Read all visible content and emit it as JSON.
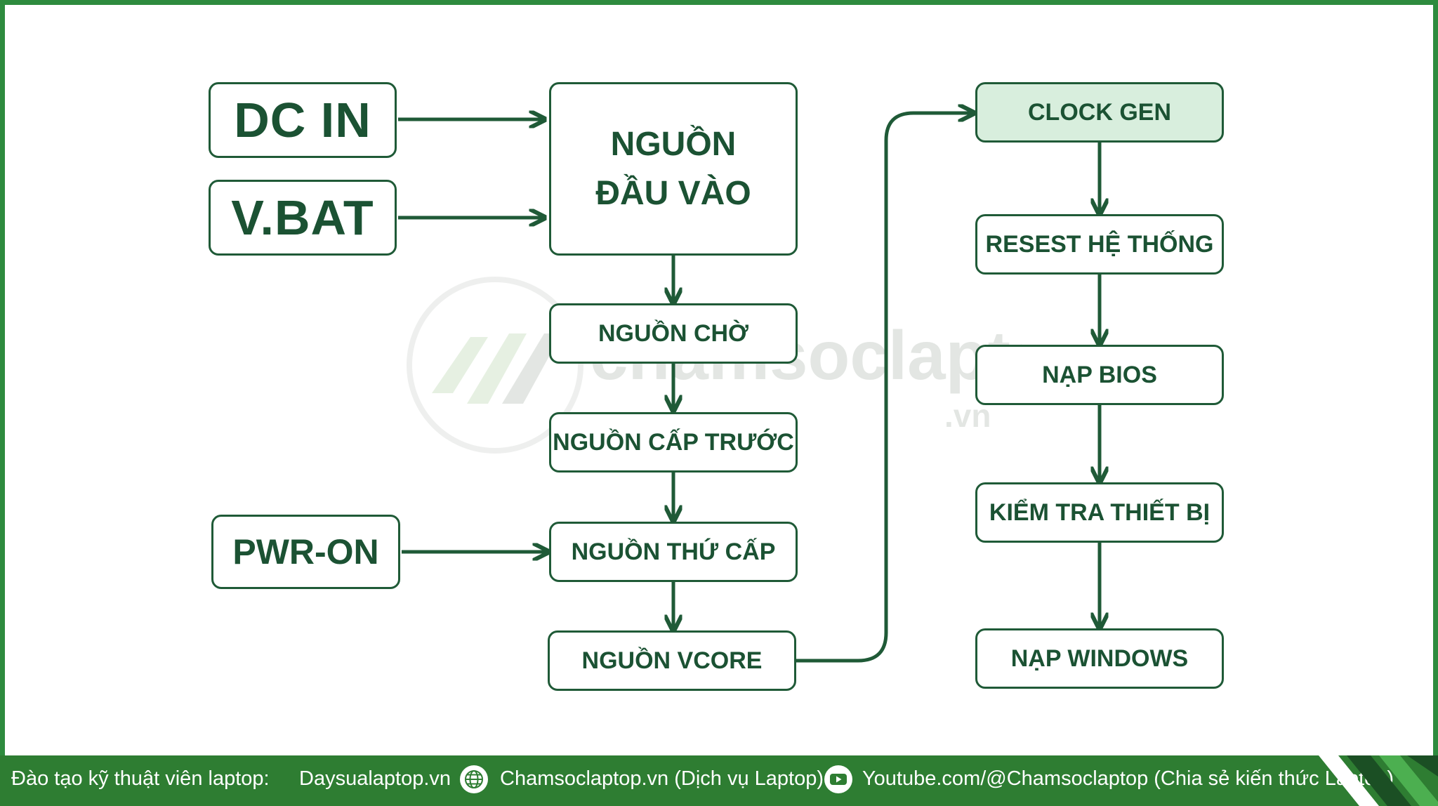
{
  "nodes": {
    "dc_in": "DC IN",
    "vbat": "V.BAT",
    "nguon_dau_vao_line1": "NGUỒN",
    "nguon_dau_vao_line2": "ĐẦU VÀO",
    "nguon_cho": "NGUỒN CHỜ",
    "nguon_cap_truoc": "NGUỒN CẤP TRƯỚC",
    "pwr_on": "PWR-ON",
    "nguon_thu_cap": "NGUỒN THỨ CẤP",
    "nguon_vcore": "NGUỒN VCORE",
    "clock_gen": "CLOCK GEN",
    "resest_he_thong": "RESEST HỆ THỐNG",
    "nap_bios": "NẠP BIOS",
    "kiem_tra_thiet_bi": "KIỂM TRA THIẾT BỊ",
    "nap_windows": "NẠP WINDOWS"
  },
  "watermark": {
    "brand": "chamsoclaptop",
    "suffix": ".vn"
  },
  "footer": {
    "training_label": "Đào tạo kỹ thuật viên laptop:",
    "training_site": "Daysualaptop.vn",
    "web_text": "Chamsoclaptop.vn (Dịch vụ Laptop)",
    "youtube_text": "Youtube.com/@Chamsoclaptop (Chia sẻ kiến thức Laptop)"
  },
  "colors": {
    "frame_green": "#2e8b3e",
    "node_border": "#1f5a37",
    "node_text": "#1b5233",
    "highlight_fill": "#d8eedd",
    "footer_bg": "#2e7d32"
  },
  "icons": [
    "globe-icon",
    "youtube-icon"
  ]
}
